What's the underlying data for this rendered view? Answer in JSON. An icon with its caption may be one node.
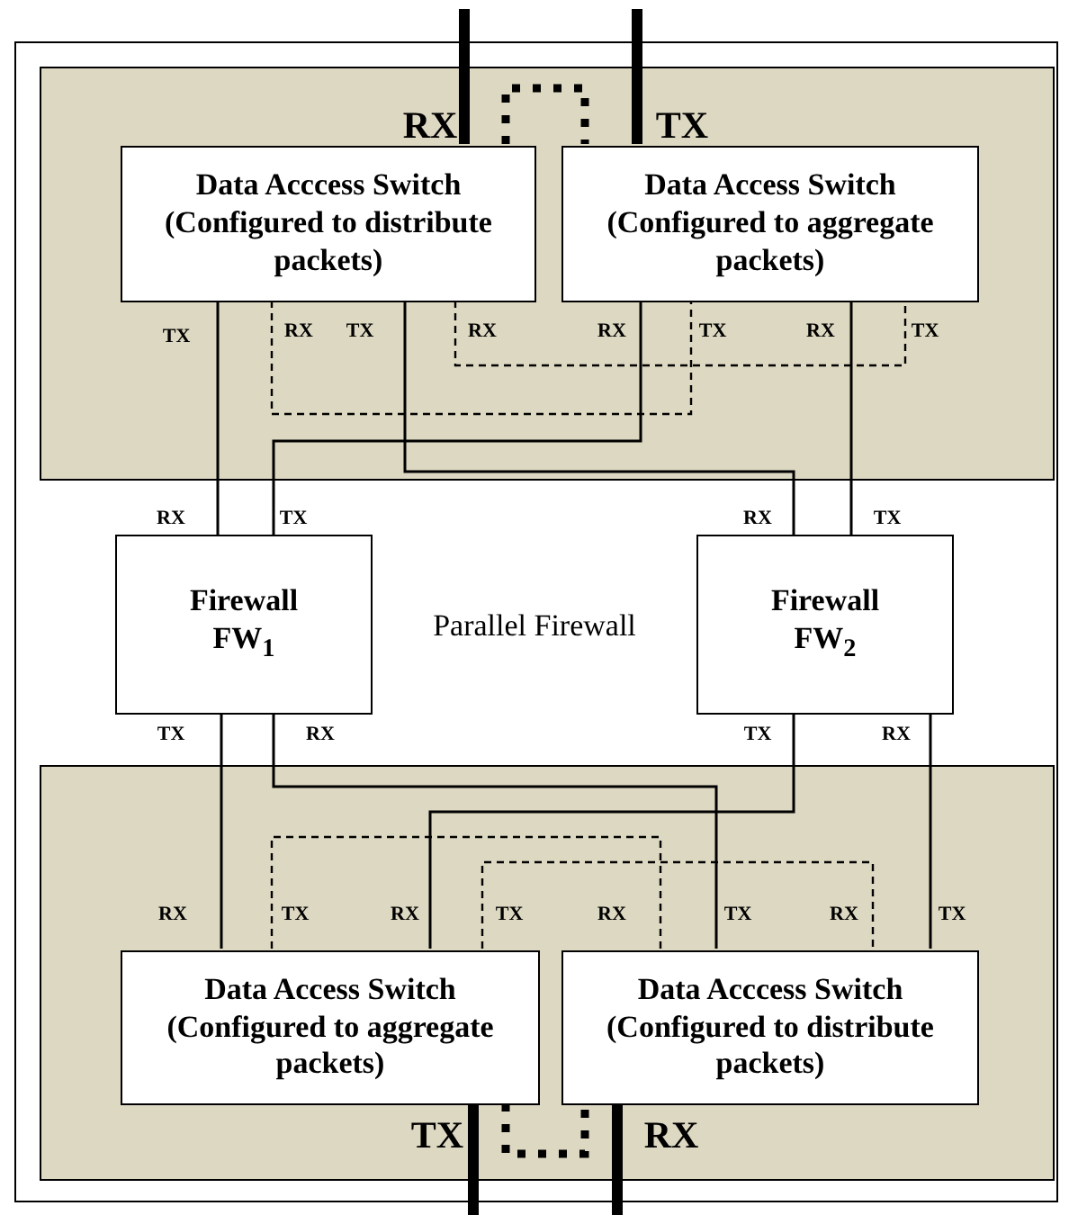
{
  "diagram": {
    "nodes": [
      {
        "text": [],
        "shape": "box"
      },
      {
        "text": [
          "Data Acccess Switch",
          "(Configured to distribute packets)"
        ],
        "in": 0
      },
      {
        "text": [
          "Data Access Switch",
          "(Configured to aggregate packets)"
        ],
        "in": 0
      },
      {
        "text": [
          "Firewall FW$_{1}$"
        ]
      },
      {
        "text": [
          "Firewall FW$_{2}$"
        ]
      },
      {
        "text": [],
        "shape": "box"
      },
      {
        "text": [
          "Data Access Switch",
          "(Configured to aggregate packets)"
        ],
        "in": 5
      },
      {
        "text": [
          "Data Acccess Switch",
          "(Configured to distribute packets)"
        ],
        "in": 5
      }
    ],
    "edges": [
      {
        "from": 1,
        "to": 3,
        "arrow": "none"
      },
      {
        "from": 1,
        "to": 4,
        "arrow": "none"
      },
      {
        "from": 2,
        "to": 3,
        "arrow": "none"
      },
      {
        "from": 2,
        "to": 4,
        "arrow": "none"
      },
      {
        "from": 1,
        "to": 2,
        "arrow": "none",
        "style": "dashed"
      },
      {
        "from": 1,
        "to": 2,
        "arrow": "none",
        "style": "dashed"
      },
      {
        "from": 1,
        "to": 2,
        "arrow": "none",
        "style": "dashed"
      },
      {
        "from": 3,
        "to": 6,
        "arrow": "none"
      },
      {
        "from": 3,
        "to": 7,
        "arrow": "none"
      },
      {
        "from": 4,
        "to": 6,
        "arrow": "none"
      },
      {
        "from": 4,
        "to": 7,
        "arrow": "none"
      },
      {
        "from": 6,
        "to": 7,
        "arrow": "none",
        "style": "dashed"
      },
      {
        "from": 6,
        "to": 7,
        "arrow": "none",
        "style": "dashed"
      },
      {
        "from": 6,
        "to": 7,
        "arrow": "none",
        "style": "dashed"
      },
      {
        "from": null,
        "to": 1,
        "arrow": "none",
        "style": "thick"
      },
      {
        "from": 2,
        "to": null,
        "arrow": "none",
        "style": "thick"
      },
      {
        "from": 6,
        "to": null,
        "arrow": "none",
        "style": "thick"
      },
      {
        "from": null,
        "to": 7,
        "arrow": "none",
        "style": "thick"
      }
    ],
    "labels": [
      "RX",
      "TX",
      "TX",
      "RX",
      "TX",
      "RX",
      "RX",
      "TX",
      "RX",
      "TX",
      "RX",
      "TX",
      "RX",
      "TX",
      "Parallel Firewall",
      "TX",
      "RX",
      "TX",
      "RX",
      "RX",
      "TX",
      "RX",
      "TX",
      "RX",
      "TX",
      "RX",
      "TX",
      "TX",
      "RX"
    ]
  }
}
